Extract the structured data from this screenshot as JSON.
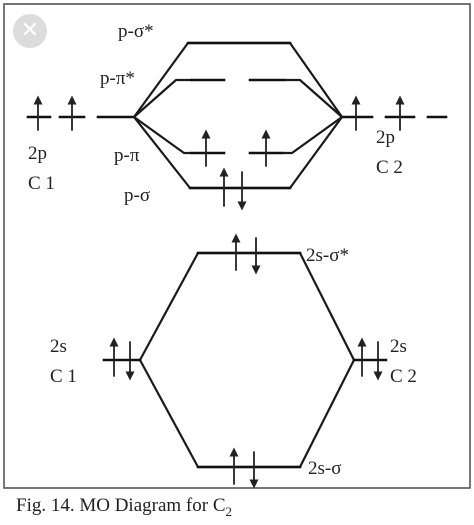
{
  "viewer": {
    "close_icon": "close-icon"
  },
  "labels": {
    "p_sigma_star": "p-σ*",
    "p_pi_star": "p-π*",
    "p_pi": "p-π",
    "p_sigma": "p-σ",
    "left_2p_orbital": "2p",
    "left_2p_atom": "C 1",
    "right_2p_orbital": "2p",
    "right_2p_atom": "C 2",
    "s2_sigma_star": "2s-σ*",
    "s2_sigma": "2s-σ",
    "left_2s_orbital": "2s",
    "left_2s_atom": "C 1",
    "right_2s_orbital": "2s",
    "right_2s_atom": "C 2",
    "caption_main": "Fig. 14.  MO Diagram for C",
    "caption_sub": "2"
  }
}
